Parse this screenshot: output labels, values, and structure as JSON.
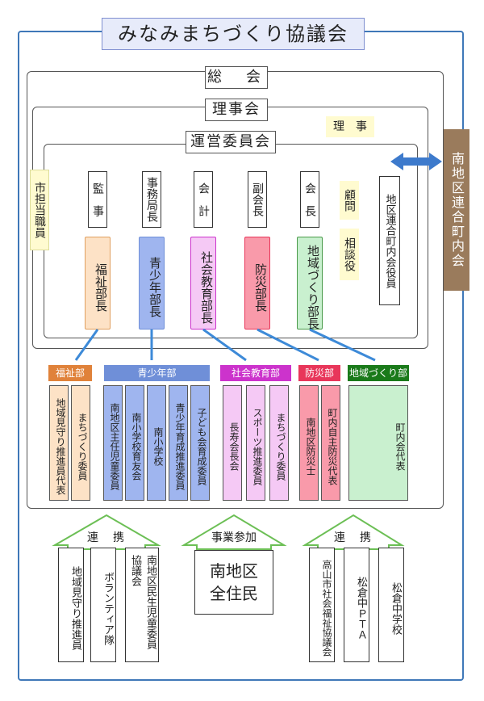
{
  "title": "みなみまちづくり協議会",
  "general_assembly": "総　会",
  "board": "理事会",
  "steering": "運営委員会",
  "board_members": "理　事",
  "external": "南地区連合町内会",
  "city_staff": "市担当職員",
  "roles": {
    "auditor": "監　事",
    "secretary": "事務局長",
    "accounting": "会　計",
    "vice_chair": "副会長",
    "chair": "会　長",
    "advisor": "顧問",
    "consultant": "相談役",
    "federation_officers": "地区連合町内会役員"
  },
  "dept_heads": {
    "welfare": "福祉部長",
    "youth": "青少年部長",
    "education": "社会教育部長",
    "disaster": "防災部長",
    "community": "地域づくり部長"
  },
  "dept_headers": {
    "welfare": "福祉部",
    "youth": "青少年部",
    "education": "社会教育部",
    "disaster": "防災部",
    "community": "地域づくり部"
  },
  "members": {
    "welfare": [
      "地域見守り推進員代表",
      "まちづくり委員"
    ],
    "youth": [
      "南地区主任児童委員",
      "南小学校育友会",
      "南小学校",
      "青少年育成推進委員",
      "子ども会育成委員"
    ],
    "education": [
      "長寿会長会",
      "スポーツ推進委員",
      "まちづくり委員"
    ],
    "disaster": [
      "南地区防災士",
      "町内自主防災代表"
    ],
    "community": [
      "町内会代表"
    ]
  },
  "bottom": {
    "left_arrow": "連　携",
    "center_arrow": "事業参加",
    "right_arrow": "連　携",
    "residents_line1": "南地区",
    "residents_line2": "全住民",
    "left_items": [
      "地域見守り推進員",
      "ボランティア隊",
      "協議会",
      "南地区民生児童委員"
    ],
    "right_items": [
      "高山市社会福祉協議会",
      "松倉中ＰＴＡ",
      "松倉中学校"
    ]
  },
  "colors": {
    "frame_blue": "#3f78b8",
    "welfare": "#e0823a",
    "youth": "#6f8fd8",
    "education": "#cc33cc",
    "disaster": "#e8365a",
    "community": "#1a7a1a",
    "arrow_green": "#6cbf55"
  }
}
